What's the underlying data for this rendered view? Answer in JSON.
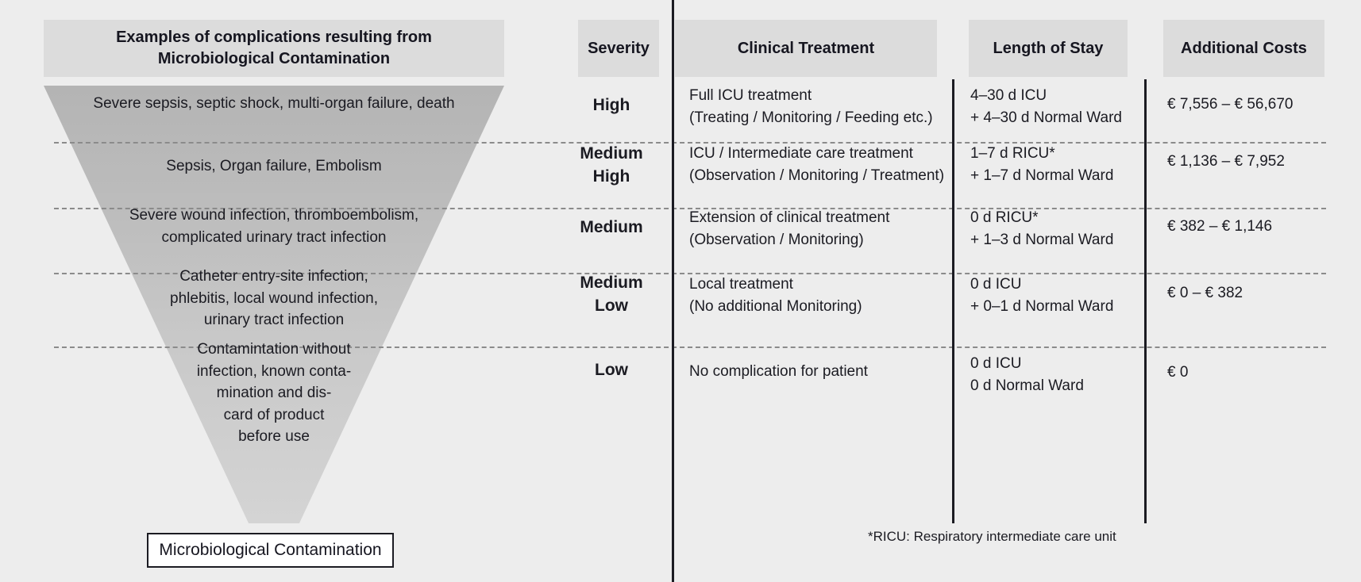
{
  "headers": {
    "examples": "Examples of complications resulting from\nMicrobiological Contamination",
    "examples_line1": "Examples of complications resulting from",
    "examples_line2": "Microbiological Contamination",
    "severity": "Severity",
    "treatment": "Clinical Treatment",
    "stay": "Length of Stay",
    "costs": "Additional Costs"
  },
  "rows": [
    {
      "examples": "Severe sepsis, septic shock, multi-organ failure, death",
      "severity_line1": "High",
      "severity_line2": "",
      "treatment_line1": "Full ICU treatment",
      "treatment_line2": "(Treating / Monitoring / Feeding etc.)",
      "stay_line1": "4–30 d ICU",
      "stay_line2": "+ 4–30 d Normal Ward",
      "costs": "€ 7,556 – € 56,670"
    },
    {
      "examples": "Sepsis, Organ failure, Embolism",
      "severity_line1": "Medium",
      "severity_line2": "High",
      "treatment_line1": "ICU / Intermediate care treatment",
      "treatment_line2": "(Observation / Monitoring / Treatment)",
      "stay_line1": "1–7 d RICU*",
      "stay_line2": "+ 1–7 d Normal Ward",
      "costs": "€ 1,136 – € 7,952"
    },
    {
      "examples": "Severe wound infection, thromboembolism,\ncomplicated urinary tract infection",
      "examples_line1": "Severe wound infection, thromboembolism,",
      "examples_line2": "complicated urinary tract infection",
      "severity_line1": "Medium",
      "severity_line2": "",
      "treatment_line1": "Extension of clinical treatment",
      "treatment_line2": "(Observation / Monitoring)",
      "stay_line1": "0 d RICU*",
      "stay_line2": "+ 1–3 d Normal Ward",
      "costs": "€ 382 – € 1,146"
    },
    {
      "examples_line1": "Catheter entry-site infection,",
      "examples_line2": "phlebitis, local wound infection,",
      "examples_line3": "urinary tract infection",
      "severity_line1": "Medium",
      "severity_line2": "Low",
      "treatment_line1": "Local treatment",
      "treatment_line2": "(No additional Monitoring)",
      "stay_line1": "0 d ICU",
      "stay_line2": "+ 0–1 d Normal Ward",
      "costs": "€ 0 – € 382"
    },
    {
      "examples_line1": "Contamintation without",
      "examples_line2": "infection, known conta-",
      "examples_line3": "mination and dis-",
      "examples_line4": "card of product",
      "examples_line5": "before use",
      "severity_line1": "Low",
      "severity_line2": "",
      "treatment_line1": "No complication for patient",
      "treatment_line2": "",
      "stay_line1": "0 d ICU",
      "stay_line2": "0 d Normal Ward",
      "costs": "€ 0"
    }
  ],
  "funnel_label": "Microbiological Contamination",
  "footnote": "*RICU: Respiratory intermediate care unit",
  "colors": {
    "page_background": "#ededed",
    "header_box": "#dcdcdc",
    "funnel_top": "#b4b4b4",
    "funnel_bottom": "#d4d4d4",
    "rule": "#1b1b22",
    "dashed": "#8b8b8b",
    "text": "#1b1b22"
  }
}
